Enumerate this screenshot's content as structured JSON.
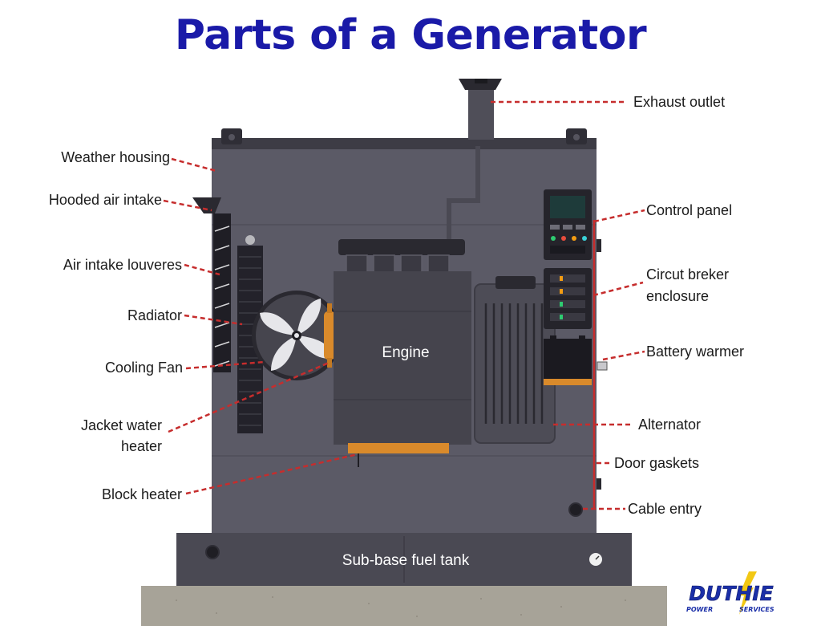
{
  "title": "Parts of a Generator",
  "labels": {
    "exhaust_outlet": "Exhaust outlet",
    "weather_housing": "Weather housing",
    "hooded_air_intake": "Hooded air intake",
    "control_panel": "Control panel",
    "air_intake_louveres": "Air intake louveres",
    "circuit_breaker_line1": "Circut breker",
    "circuit_breaker_line2": "enclosure",
    "radiator": "Radiator",
    "battery_warmer": "Battery warmer",
    "cooling_fan": "Cooling Fan",
    "jacket_water_heater_line1": "Jacket water",
    "jacket_water_heater_line2": "heater",
    "alternator": "Alternator",
    "door_gaskets": "Door gaskets",
    "block_heater": "Block heater",
    "cable_entry": "Cable entry",
    "engine": "Engine",
    "fuel_tank": "Sub-base fuel tank"
  },
  "logo": {
    "name": "DUTHIE",
    "tagline_left": "POWER",
    "tagline_right": "SERVICES"
  },
  "colors": {
    "title": "#1a1aa8",
    "housing": "#5b5a66",
    "housing_top": "#3d3c45",
    "dark_part": "#2a2930",
    "engine": "#45444d",
    "heater_orange": "#d98a2b",
    "leader_red": "#c62d2d",
    "ground": "#a7a398"
  }
}
